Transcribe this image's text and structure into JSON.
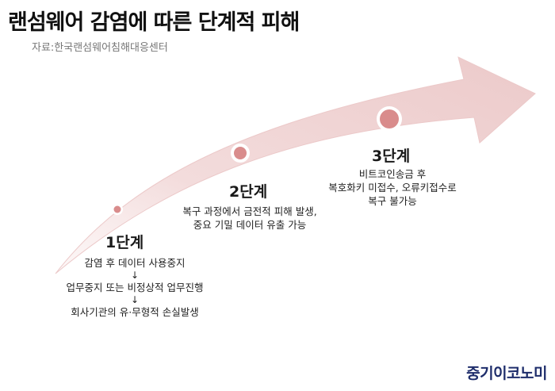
{
  "title": "랜섬웨어 감염에 따른 단계적 피해",
  "source": "자료:한국랜섬웨어침해대응센터",
  "stages": [
    {
      "label": "1단계"
    },
    {
      "label": "2단계",
      "lines": [
        "복구 과정에서 금전적 피해 발생,",
        "중요 기밀 데이터 유출 가능"
      ]
    },
    {
      "label": "3단계",
      "lines": [
        "비트코인송금 후",
        "복호화키 미접수, 오류키접수로",
        "복구 불가능"
      ]
    }
  ],
  "stage1_flow": {
    "step1": "감염 후 데이터 사용중지",
    "step2": "업무중지 또는 비정상적 업무진행",
    "step3": "회사기관의 유·무형적 손실발생",
    "arrow_glyph": "↓"
  },
  "colors": {
    "arrow_fill": "#f3dcdc",
    "arrow_edge": "#ecc9c9",
    "dot_fill": "#d98c8c",
    "brand": "#1e2d6b"
  },
  "brand": "중기이코노미"
}
